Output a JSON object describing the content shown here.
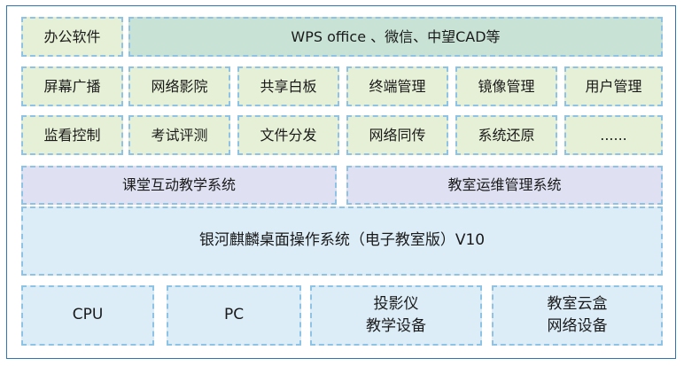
{
  "row1": {
    "app_category": "办公软件",
    "apps_list": "WPS office 、微信、中望CAD等"
  },
  "row2": [
    "屏幕广播",
    "网络影院",
    "共享白板",
    "终端管理",
    "镜像管理",
    "用户管理"
  ],
  "row3": [
    "监看控制",
    "考试评测",
    "文件分发",
    "网络同传",
    "系统还原",
    "......"
  ],
  "systems": {
    "classroom": "课堂互动教学系统",
    "ops": "教室运维管理系统"
  },
  "os": "银河麒麟桌面操作系统（电子教室版）V10",
  "hardware": [
    "CPU",
    "PC",
    "投影仪\n教学设备",
    "教室云盒\n网络设备"
  ],
  "colors": {
    "border": "#2e75b6",
    "app_green": "#e6f0d6",
    "app_teal": "#c9e2d6",
    "system_lavender": "#dfe1f3",
    "os_blue": "#dcedf8"
  }
}
